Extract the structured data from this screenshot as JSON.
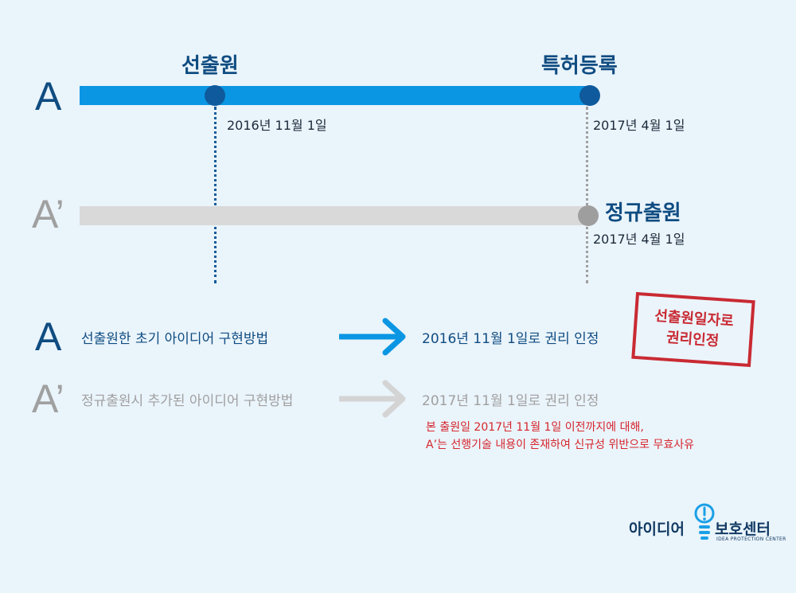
{
  "timeline": {
    "a_label": "A",
    "a_prime_label": "A’",
    "priority_filing": {
      "title": "선출원",
      "date": "2016년 11월 1일"
    },
    "patent_registration": {
      "title": "특허등록",
      "date": "2017년 4월 1일"
    },
    "regular_filing": {
      "title": "정규출원",
      "date": "2017년 4월 1일"
    }
  },
  "claims": [
    {
      "label": "A",
      "text": "선출원한 초기 아이디어 구현방법",
      "result": "2016년 11월 1일로 권리 인정",
      "color": "#0f4c81"
    },
    {
      "label": "A’",
      "text": "정규출원시 추가된 아이디어 구현방법",
      "result": "2017년 11월 1일로 권리 인정",
      "color": "#a0a0a0"
    }
  ],
  "stamp": {
    "line1": "선출원일자로",
    "line2": "권리인정"
  },
  "note": {
    "line1": "본 출원일 2017년 11월 1일 이전까지에 대해,",
    "line2": "A’는 선행기술 내용이 존재하여 신규성 위반으로 무효사유"
  },
  "logo": {
    "left": "아이디어",
    "right": "보호센터",
    "sub": "IDEA PROTECTION CENTER"
  },
  "colors": {
    "blue": "#0a96e3",
    "dark_blue": "#0f5a9c",
    "gray": "#d9d9d9",
    "gray_dot": "#9e9e9e",
    "red": "#c92a33"
  }
}
